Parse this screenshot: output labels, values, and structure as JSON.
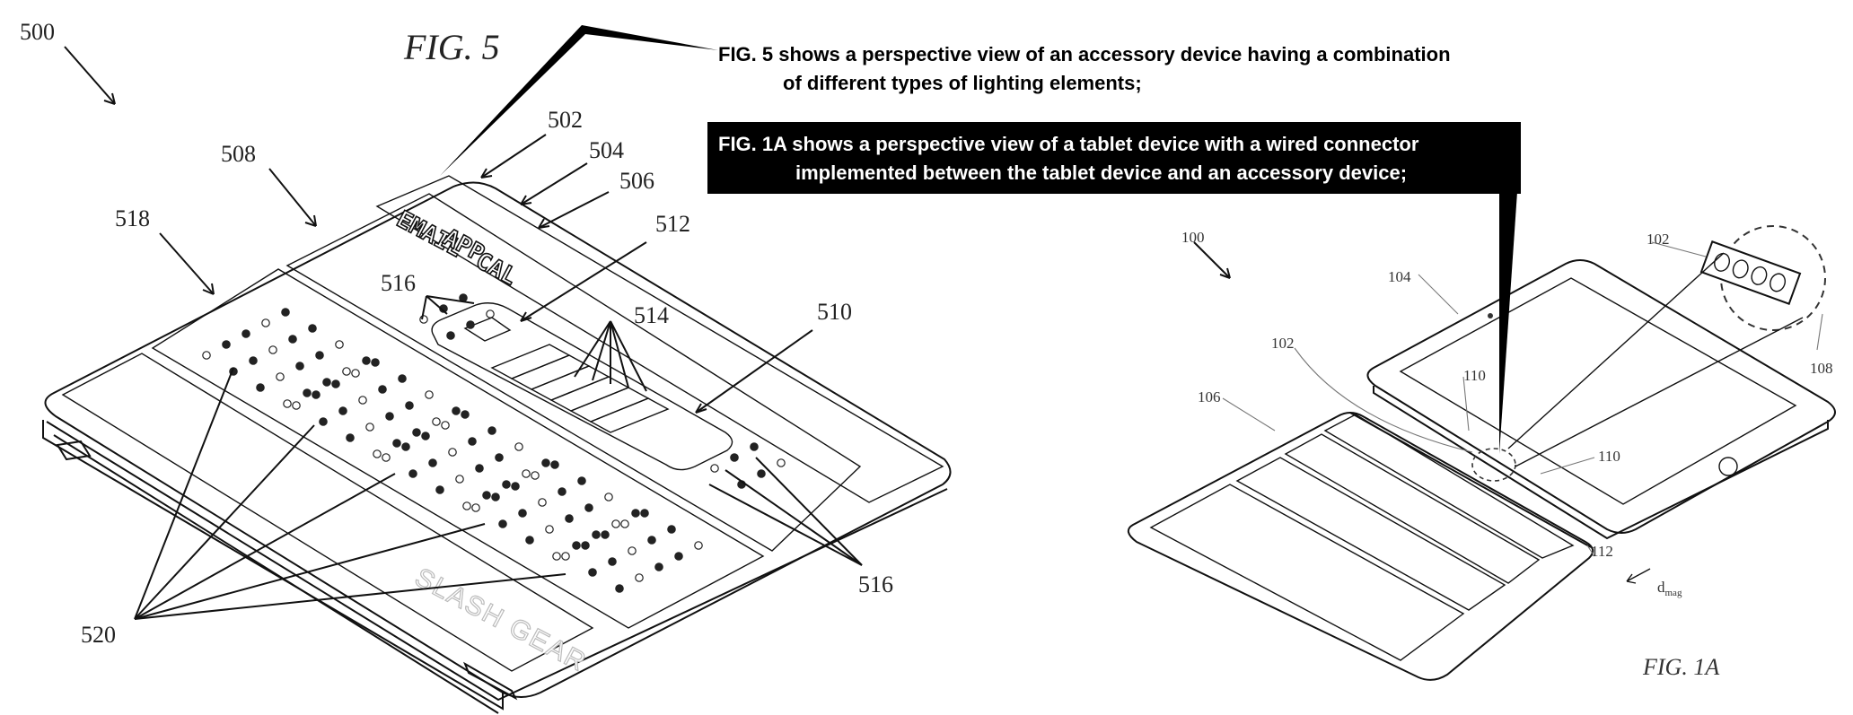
{
  "left_figure": {
    "title": "FIG. 5",
    "main_ref": "500",
    "refs": {
      "r502": "502",
      "r504": "504",
      "r506": "506",
      "r508": "508",
      "r510": "510",
      "r512": "512",
      "r514": "514",
      "r516_top": "516",
      "r516_bottom": "516",
      "r518": "518",
      "r520": "520"
    },
    "panel_labels": [
      "EMAIL",
      "APP",
      "CAL"
    ],
    "watermark": "SLASH GEAR"
  },
  "right_figure": {
    "title": "FIG. 1A",
    "main_ref": "100",
    "refs": {
      "r102_top": "102",
      "r102_left": "102",
      "r104": "104",
      "r106": "106",
      "r108": "108",
      "r110_left": "110",
      "r110_right": "110",
      "r112": "112"
    },
    "dmag": "d",
    "dmag_sub": "mag"
  },
  "captions": {
    "fig5_line1": "FIG. 5 shows a perspective view of an accessory device having a combination",
    "fig5_line2": "of different types of lighting elements;",
    "fig1a_line1": "FIG. 1A shows a perspective view of a tablet device with a wired connector",
    "fig1a_line2": "implemented between the tablet device and an accessory device;"
  },
  "colors": {
    "caption_box_bg": "#000000",
    "caption_box_text": "#ffffff",
    "line": "#111111"
  }
}
